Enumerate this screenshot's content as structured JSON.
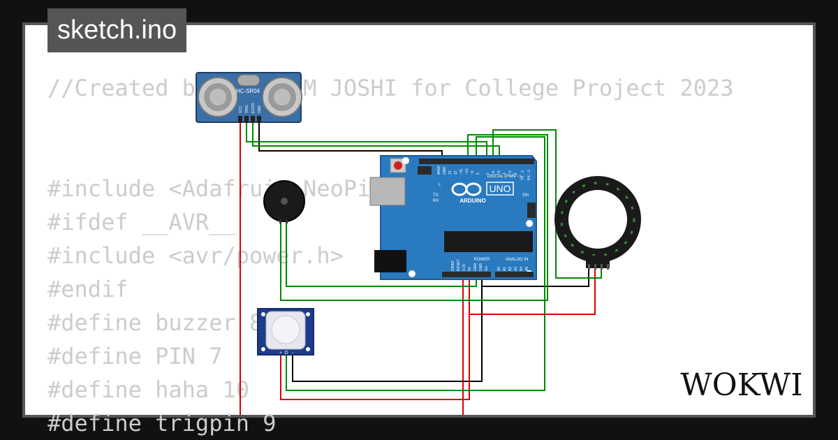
{
  "file_tab": {
    "label": "sketch.ino"
  },
  "code_lines": [
    "//Created by SHUBHAM JOSHI for College Project 2023",
    "",
    "",
    "#include <Adafruit_NeoPixel.h>",
    "#ifdef __AVR__",
    "#include <avr/power.h>",
    "#endif",
    "#define buzzer 8",
    "#define PIN 7",
    "#define haha 10",
    "#define trigpin 9"
  ],
  "components": {
    "ultrasonic": {
      "model": "HC-SR04",
      "pins": [
        "VCC",
        "TRIG",
        "ECHO",
        "GND"
      ]
    },
    "arduino": {
      "brand": "ARDUINO",
      "model": "UNO",
      "digital_label": "DIGITAL (PWM ~)",
      "analog_label": "ANALOG IN",
      "power_label": "POWER",
      "tx_label": "TX",
      "rx_label": "RX",
      "l_label": "L",
      "on_label": "ON",
      "digital_pins": [
        "AREF",
        "GND",
        "13",
        "12",
        "~11",
        "~10",
        "~9",
        "8",
        "7",
        "~6",
        "~5",
        "4",
        "~3",
        "2",
        "TX→1",
        "RX←0"
      ],
      "power_pins": [
        "IOREF",
        "RESET",
        "3.3V",
        "5V",
        "GND",
        "GND",
        "Vin"
      ],
      "analog_pins": [
        "A0",
        "A1",
        "A2",
        "A3",
        "A4",
        "A5"
      ]
    },
    "pir": {
      "pins": [
        "+",
        "D",
        "-"
      ]
    },
    "buzzer": {},
    "neopixel_ring": {}
  },
  "brand": {
    "logo_text": "WOKWI"
  },
  "colors": {
    "background": "#111111",
    "card": "#ffffff",
    "code_text": "#cccccc",
    "tab": "#555555",
    "wire_red": "#dd0000",
    "wire_green": "#008800",
    "wire_black": "#000000",
    "arduino_board": "#2a7ac0"
  }
}
